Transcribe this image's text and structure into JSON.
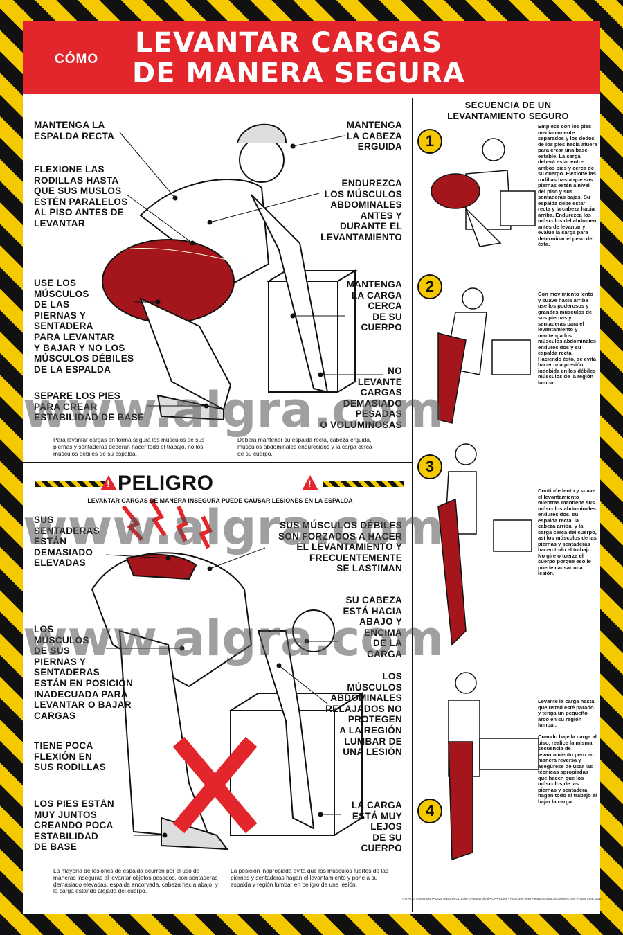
{
  "banner": {
    "como": "CÓMO",
    "line1": "LEVANTAR CARGAS",
    "line2": "DE MANERA SEGURA"
  },
  "safe_labels": {
    "espalda": "MANTENGA LA\nESPALDA RECTA",
    "rodillas": "FLEXIONE LAS\nRODILLAS HASTA\nQUE SUS MUSLOS\nESTÉN PARALELOS\nAL PISO ANTES DE\nLEVANTAR",
    "musculos": "USE LOS\nMÚSCULOS\nDE LAS\nPIERNAS Y\nSENTADERA\nPARA LEVANTAR\nY BAJAR Y NO LOS\nMÚSCULOS DÉBILES\nDE LA ESPALDA",
    "pies": "SEPARE LOS PIES\nPARA CREAR\nESTABILIDAD DE BASE",
    "cabeza": "MANTENGA\nLA CABEZA\nERGUIDA",
    "abdominales": "ENDUREZCA\nLOS MÚSCULOS\nABDOMINALES\nANTES Y\nDURANTE EL\nLEVANTAMIENTO",
    "carga": "MANTENGA\nLA CARGA\nCERCA\nDE SU\nCUERPO",
    "pesadas": "NO\nLEVANTE\nCARGAS\nDEMASIADO\nPESADAS\nO VOLUMINOSAS"
  },
  "safe_notes": {
    "left": "Para levantar cargas en forma segura los músculos de sus piernas y sentaderas deberán hacer todo el trabajo, no los músculos débiles de su espalda.",
    "right": "Deberá mantener su espalda recta, cabeza erguida, músculos abdominales endurecidos y la carga cerca de su cuerpo."
  },
  "peligro": {
    "title": "PELIGRO",
    "subtitle": "LEVANTAR CARGAS DE MANERA INSEGURA PUEDE CAUSAR LESIONES EN LA ESPALDA",
    "warning_symbol": "!"
  },
  "danger_labels": {
    "sentaderas": "SUS\nSENTADERAS\nESTÁN\nDEMASIADO\nELEVADAS",
    "musculos": "LOS\nMÚSCULOS\nDE SUS\nPIERNAS Y\nSENTADERAS\nESTÁN EN POSICIÓN\nINADECUADA PARA\nLEVANTAR O BAJAR\nCARGAS",
    "flexion": "TIENE POCA\nFLEXIÓN EN\nSUS RODILLAS",
    "pies": "LOS PIES ESTÁN\nMUY JUNTOS\nCREANDO POCA\nESTABILIDAD\nDE BASE",
    "debiles": "SUS MÚSCULOS DÉBILES\nSON FORZADOS A HACER\nEL LEVANTAMIENTO Y\nFRECUENTEMENTE\nSE LASTIMAN",
    "cabeza": "SU CABEZA\nESTÁ HACIA\nABAJO Y\nENCIMA\nDE LA\nCARGA",
    "abdominales": "LOS\nMÚSCULOS\nABDOMINALES\nRELAJADOS NO\nPROTEGEN\nA LA REGIÓN\nLUMBAR DE\nUNA LESIÓN",
    "lejos": "LA CARGA\nESTÁ MUY\nLEJOS\nDE SU\nCUERPO"
  },
  "danger_notes": {
    "left": "La mayoría de lesiones de espalda ocurren por el uso de maneras inseguras al levantar objetos pesados, con sentaderas demasiado elevadas, espalda encorvada, cabeza hacia abajo, y la carga estando alejada del cuerpo.",
    "right": "La posición inapropiada evita que los músculos fuertes de las piernas y sentaderas hagan el levantamiento y pone a su espalda y región lumbar en peligro de una lesión."
  },
  "sequence": {
    "title": "SECUENCIA DE UN\nLEVANTAMIENTO SEGURO",
    "steps": [
      {
        "number": "1",
        "text": "Empiece con los pies medianamente separados y los dedos de los pies hacia afuera para crear una base estable. La carga deberá estar entre ambos pies y cerca de su cuerpo. Flexione las rodillas hasta que sus piernas estén a nivel del piso y sus sentaderas bajas. Su espalda debe estar recta y la cabeza hacia arriba. Endurezca los músculos del abdomen antes de levantar y evalúe la carga para determinar el peso de ésta."
      },
      {
        "number": "2",
        "text": "Con movimiento lento y suave hacia arriba use los poderosos y grandes músculos de sus piernas y sentaderas para el levantamiento y mantenga los músculos abdominales endurecidos y su espalda recta. Haciendo ésto, se evita hacer una presión indebida en los débiles músculos de la región lumbar."
      },
      {
        "number": "3",
        "text": "Continúe lento y suave el levantamiento mientras mantiene sus músculos abdominales endurecidos, su espalda recta, la cabeza arriba, y la carga cerca del cuerpo, así los músculos de las piernas y sentaderas hacen todo el trabajo. No gire o tuerza el cuerpo porque eso le puede causar una lesión."
      },
      {
        "number": "4",
        "text": "Levante la carga hasta que usted esté parado y tenga un pequeño arco en su región lumbar.\n\nCuando baje la carga al piso, realice la misma secuencia de levantamiento pero en manera reversa y asegúrese de usar las técnicas apropiadas que hacen que los músculos de las piernas y sentadera hagan todo el trabajo al bajar la carga."
      }
    ]
  },
  "watermark": "www.algra.com",
  "footer": "The Algra Corporation • 1624 Masonry Ct. Suite E • Bakersfield • CA • 93308 • (661) 399-2867 • www.constructionposters.com ©Algra Corp. 2016",
  "colors": {
    "red": "#e3262b",
    "yellow": "#f5c900",
    "black": "#111111"
  }
}
